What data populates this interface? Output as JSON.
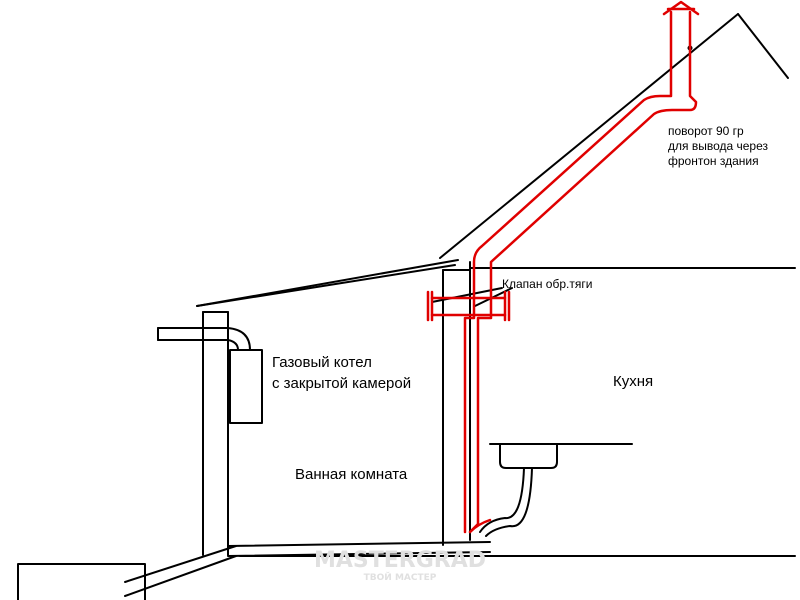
{
  "labels": {
    "boiler_line1": "Газовый котел",
    "boiler_line2": "с закрытой камерой",
    "bathroom": "Ванная комната",
    "kitchen": "Кухня",
    "valve": "Клапан обр.тяги",
    "turn_line1": "поворот 90 гр",
    "turn_line2": "для вывода через",
    "turn_line3": "фронтон здания"
  },
  "watermark": {
    "main": "MASTERGRAD",
    "sub": "ТВОЙ МАСТЕР"
  },
  "colors": {
    "line": "#000000",
    "pipe": "#e00000",
    "watermark": "#e0e0e0"
  }
}
